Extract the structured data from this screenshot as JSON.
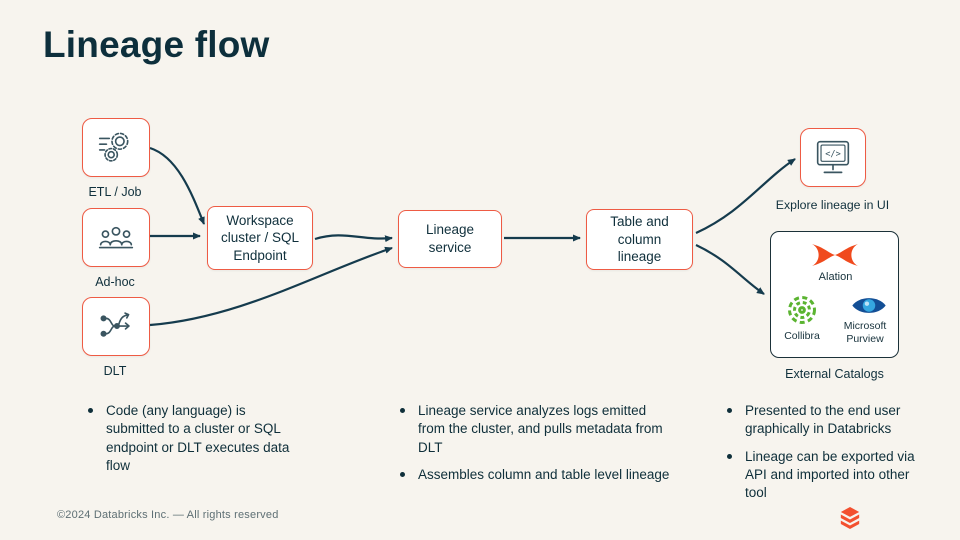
{
  "slide": {
    "title": "Lineage flow",
    "footer": "©2024 Databricks Inc. — All rights reserved"
  },
  "colors": {
    "background": "#F7F4EE",
    "accent_coral": "#EE5B44",
    "navy_text": "#10303C",
    "arrow": "#153B4D",
    "external_box_border": "#1B3139",
    "alation_orange": "#F04A1D",
    "collibra_green": "#5BB431",
    "purview_blue": "#1173C5",
    "databricks_logo": "#F3502F"
  },
  "diagram": {
    "sources": [
      {
        "label": "ETL / Job",
        "icon": "gears-icon"
      },
      {
        "label": "Ad-hoc",
        "icon": "people-icon"
      },
      {
        "label": "DLT",
        "icon": "pipeline-icon"
      }
    ],
    "nodes": [
      {
        "label": "Workspace cluster / SQL Endpoint"
      },
      {
        "label": "Lineage service"
      },
      {
        "label": "Table and column lineage"
      }
    ],
    "outputs": {
      "ui_label": "Explore lineage in UI",
      "catalogs_label": "External Catalogs",
      "catalogs": [
        {
          "label": "Alation"
        },
        {
          "label": "Collibra"
        },
        {
          "label": "Microsoft Purview"
        }
      ]
    }
  },
  "notes": [
    {
      "bullets": [
        "Code (any language) is submitted to a cluster or SQL endpoint or DLT executes data flow"
      ]
    },
    {
      "bullets": [
        "Lineage service analyzes logs emitted from the cluster, and pulls metadata from DLT",
        "Assembles column and table level lineage"
      ]
    },
    {
      "bullets": [
        "Presented to the end user graphically in Databricks",
        "Lineage can be exported via API and imported into other tool"
      ]
    }
  ]
}
